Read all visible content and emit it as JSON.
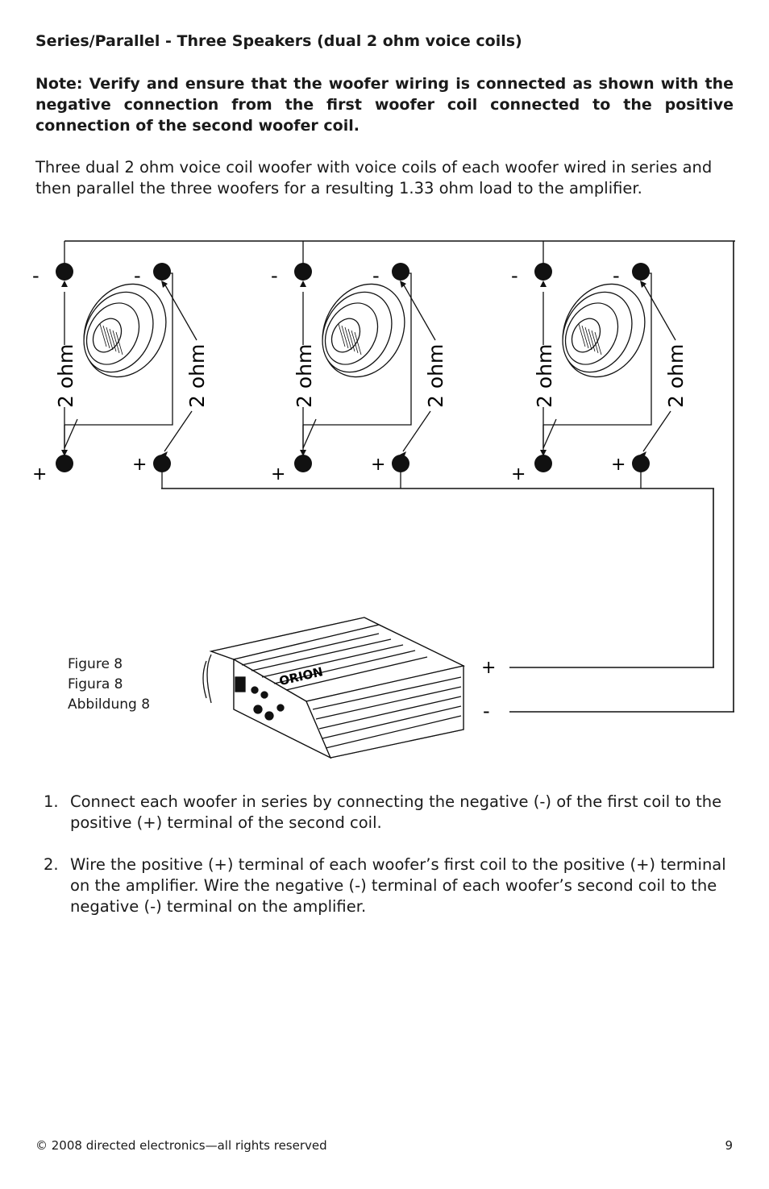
{
  "heading": "Series/Parallel - Three Speakers (dual 2 ohm voice coils)",
  "note": "Note: Verify and ensure that the woofer wiring is connected as shown with the negative connection from the first woofer coil connected to the positive connection of the second woofer coil.",
  "intro": "Three dual 2 ohm voice coil woofer with voice coils of each woofer wired in series and then parallel the three woofers for a resulting 1.33 ohm load to the amplifier.",
  "diagram": {
    "coil_label": "2 ohm",
    "minus": "-",
    "plus": "+",
    "amp_plus": "+",
    "amp_minus": "-",
    "amp_brand": "ORION",
    "captions": [
      "Figure 8",
      "Figura 8",
      "Abbildung 8"
    ]
  },
  "steps": [
    {
      "num": "1.",
      "text": "Connect each woofer in series by connecting the negative (-) of the first coil to the positive (+) terminal of the second coil."
    },
    {
      "num": "2.",
      "text": "Wire the positive (+) terminal of each woofer’s first coil to the positive (+) terminal on the amplifier. Wire the negative (-) terminal of each woofer’s second coil to the negative (-) terminal on the amplifier."
    }
  ],
  "footer": {
    "copyright": "© 2008 directed electronics—all rights reserved",
    "page_number": "9"
  }
}
